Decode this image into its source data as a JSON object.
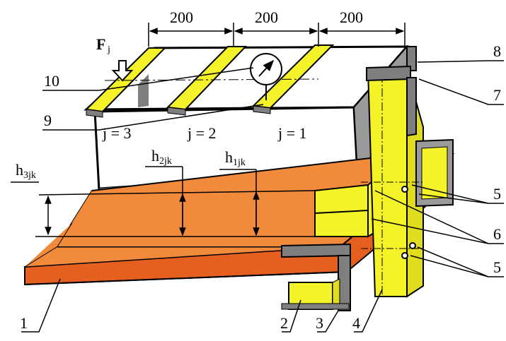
{
  "dimensions": [
    "200",
    "200",
    "200"
  ],
  "force": {
    "symbol": "F",
    "subscript": "j"
  },
  "positions": [
    {
      "text": "j = 3"
    },
    {
      "text": "j = 2"
    },
    {
      "text": "j = 1"
    }
  ],
  "heights": [
    {
      "symbol": "h",
      "subscript": "3jk"
    },
    {
      "symbol": "h",
      "subscript": "2jk"
    },
    {
      "symbol": "h",
      "subscript": "1jk"
    }
  ],
  "callouts": {
    "c1": "1",
    "c2": "2",
    "c3": "3",
    "c4": "4",
    "c5a": "5",
    "c5b": "5",
    "c6": "6",
    "c7": "7",
    "c8": "8",
    "c9": "9",
    "c10": "10"
  },
  "colors": {
    "orange_top": "#f28a3c",
    "orange_side": "#e5601f",
    "yellow": "#f4f32a",
    "gray": "#7f7f7f",
    "white": "#ffffff"
  }
}
